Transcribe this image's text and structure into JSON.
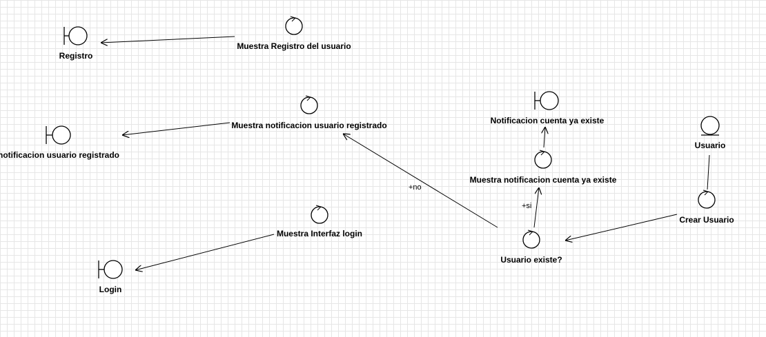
{
  "nodes": {
    "registro": {
      "label": "Registro",
      "kind": "boundary"
    },
    "muestra_registro": {
      "label": "Muestra Registro del usuario",
      "kind": "control"
    },
    "notif_registrado": {
      "label": "notificacion usuario registrado",
      "kind": "boundary"
    },
    "muestra_notif_registrado": {
      "label": "Muestra notificacion usuario registrado",
      "kind": "control"
    },
    "muestra_login": {
      "label": "Muestra Interfaz login",
      "kind": "control"
    },
    "login": {
      "label": "Login",
      "kind": "boundary"
    },
    "notif_existe": {
      "label": "Notificacion cuenta ya existe",
      "kind": "boundary"
    },
    "muestra_notif_existe": {
      "label": "Muestra notificacion cuenta ya existe",
      "kind": "control"
    },
    "usuario_existe": {
      "label": "Usuario existe?",
      "kind": "control"
    },
    "usuario": {
      "label": "Usuario",
      "kind": "entity"
    },
    "crear_usuario": {
      "label": "Crear Usuario",
      "kind": "control"
    }
  },
  "edges": {
    "muestra_registro_to_registro": {
      "from": "muestra_registro",
      "to": "registro",
      "label": ""
    },
    "muestra_notif_registrado_to_notif_registrado": {
      "from": "muestra_notif_registrado",
      "to": "notif_registrado",
      "label": ""
    },
    "muestra_login_to_login": {
      "from": "muestra_login",
      "to": "login",
      "label": ""
    },
    "usuario_existe_to_muestra_notif_registrado": {
      "from": "usuario_existe",
      "to": "muestra_notif_registrado",
      "label": "+no"
    },
    "usuario_existe_to_muestra_notif_existe": {
      "from": "usuario_existe",
      "to": "muestra_notif_existe",
      "label": "+si"
    },
    "muestra_notif_existe_to_notif_existe": {
      "from": "muestra_notif_existe",
      "to": "notif_existe",
      "label": ""
    },
    "usuario_to_crear_usuario": {
      "from": "usuario",
      "to": "crear_usuario",
      "label": ""
    },
    "crear_usuario_to_usuario_existe": {
      "from": "crear_usuario",
      "to": "usuario_existe",
      "label": ""
    }
  }
}
